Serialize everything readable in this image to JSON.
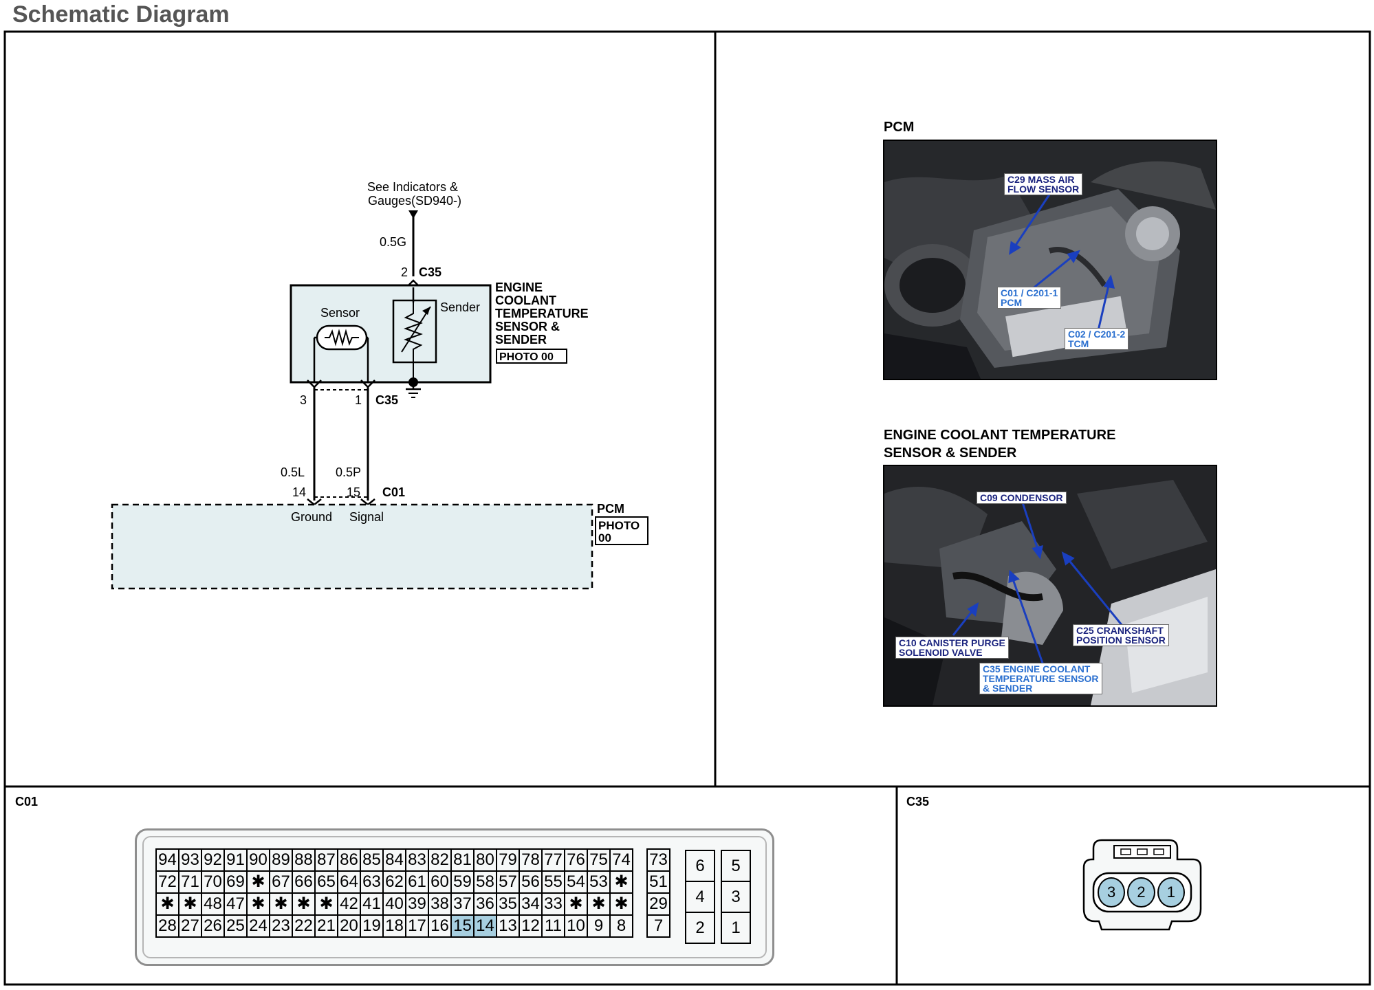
{
  "page_title": "Schematic Diagram",
  "schematic": {
    "source_ref": "See Indicators &\nGauges(SD940-)",
    "source_ref_line1": "See Indicators &",
    "source_ref_line2": "Gauges(SD940-)",
    "wire_top": "0.5G",
    "top_pin": "2",
    "top_connector": "C35",
    "component_name_lines": [
      "ENGINE",
      "COOLANT",
      "TEMPERATURE",
      "SENSOR &",
      "SENDER"
    ],
    "component_photo": "PHOTO 00",
    "sensor_label": "Sensor",
    "sender_label": "Sender",
    "pin_left": "3",
    "pin_right": "1",
    "bottom_connector": "C35",
    "wire_left": "0.5L",
    "wire_right": "0.5P",
    "pcm_pin_left": "14",
    "pcm_pin_right": "15",
    "pcm_connector": "C01",
    "pcm_label_left": "Ground",
    "pcm_label_right": "Signal",
    "pcm_name": "PCM",
    "pcm_photo_line1": "PHOTO",
    "pcm_photo_line2": "00"
  },
  "photos": {
    "pcm_caption": "PCM",
    "pcm_callouts": [
      "C29 MASS AIR\nFLOW SENSOR",
      "C01 / C201-1\nPCM",
      "C02 / C201-2\nTCM"
    ],
    "ect_caption": "ENGINE COOLANT TEMPERATURE\nSENSOR & SENDER",
    "ect_callouts": [
      "C09 CONDENSOR",
      "C10 CANISTER PURGE\nSOLENOID VALVE",
      "C25 CRANKSHAFT\nPOSITION SENSOR",
      "C35 ENGINE COOLANT\nTEMPERATURE SENSOR\n& SENDER"
    ]
  },
  "connector_c01": {
    "title": "C01",
    "rows": [
      [
        "94",
        "93",
        "92",
        "91",
        "90",
        "89",
        "88",
        "87",
        "86",
        "85",
        "84",
        "83",
        "82",
        "81",
        "80",
        "79",
        "78",
        "77",
        "76",
        "75",
        "74"
      ],
      [
        "72",
        "71",
        "70",
        "69",
        "✱",
        "67",
        "66",
        "65",
        "64",
        "63",
        "62",
        "61",
        "60",
        "59",
        "58",
        "57",
        "56",
        "55",
        "54",
        "53",
        "✱"
      ],
      [
        "✱",
        "✱",
        "48",
        "47",
        "✱",
        "✱",
        "✱",
        "✱",
        "42",
        "41",
        "40",
        "39",
        "38",
        "37",
        "36",
        "35",
        "34",
        "33",
        "✱",
        "✱",
        "✱"
      ],
      [
        "28",
        "27",
        "26",
        "25",
        "24",
        "23",
        "22",
        "21",
        "20",
        "19",
        "18",
        "17",
        "16",
        "15",
        "14",
        "13",
        "12",
        "11",
        "10",
        "9",
        "8"
      ]
    ],
    "right_col": [
      "73",
      "51",
      "29",
      "7"
    ],
    "side_pairs": [
      [
        "6",
        "5"
      ],
      [
        "4",
        "3"
      ],
      [
        "2",
        "1"
      ]
    ],
    "highlighted": [
      "15",
      "14"
    ],
    "highlight_color": "#a7cfe0"
  },
  "connector_c35": {
    "title": "C35",
    "pins": [
      "3",
      "2",
      "1"
    ],
    "pin_color": "#a7cfe0"
  },
  "colors": {
    "component_fill": "#e4eff1",
    "pcm_fill": "#e4eff1",
    "title_gray": "#555555",
    "callout_text": "#1a237e",
    "arrow": "#1a3fbf"
  }
}
